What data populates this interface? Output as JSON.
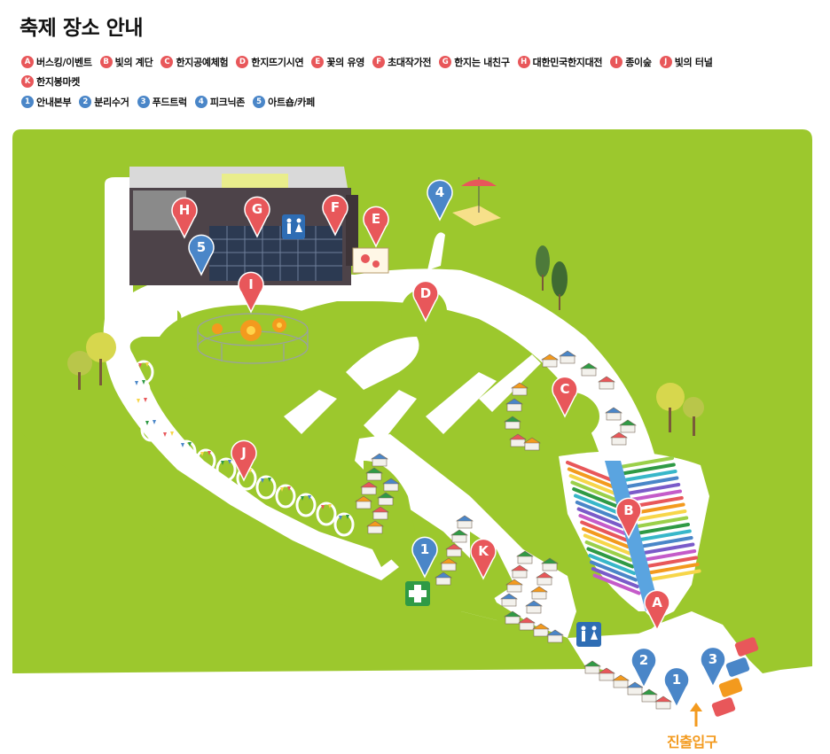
{
  "title": "축제 장소 안내",
  "legend": {
    "red": [
      {
        "key": "A",
        "label": "버스킹/이벤트"
      },
      {
        "key": "B",
        "label": "빛의 계단"
      },
      {
        "key": "C",
        "label": "한지공예체험"
      },
      {
        "key": "D",
        "label": "한지뜨기시연"
      },
      {
        "key": "E",
        "label": "꽃의 유영"
      },
      {
        "key": "F",
        "label": "초대작가전"
      },
      {
        "key": "G",
        "label": "한지는 내친구"
      },
      {
        "key": "H",
        "label": "대한민국한지대전"
      },
      {
        "key": "I",
        "label": "종이숲"
      },
      {
        "key": "J",
        "label": "빛의 터널"
      },
      {
        "key": "K",
        "label": "한지봉마켓"
      }
    ],
    "blue": [
      {
        "key": "1",
        "label": "안내본부"
      },
      {
        "key": "2",
        "label": "분리수거"
      },
      {
        "key": "3",
        "label": "푸드트럭"
      },
      {
        "key": "4",
        "label": "피크닉존"
      },
      {
        "key": "5",
        "label": "아트숍/카페"
      }
    ]
  },
  "map_pins": {
    "A": "A",
    "B": "B",
    "C": "C",
    "D": "D",
    "E": "E",
    "F": "F",
    "G": "G",
    "H": "H",
    "I": "I",
    "J": "J",
    "K": "K",
    "info1": "1",
    "info1b": "1",
    "recycle": "2",
    "food": "3",
    "picnic": "4",
    "shop": "5"
  },
  "entrance_label": "진출입구",
  "colors": {
    "grass": "#9cc82d",
    "path": "#ffffff",
    "pin_red": "#e8575a",
    "pin_blue": "#4a86c8",
    "entrance": "#f39a1e",
    "building": "#4d4349"
  }
}
